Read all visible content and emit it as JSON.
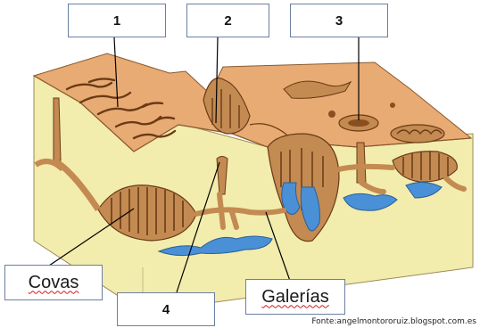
{
  "labels": {
    "label_1": "1",
    "label_2": "2",
    "label_3": "3",
    "label_4": "4",
    "covas": "Covas",
    "galerias": "Galerías"
  },
  "source": "Fonte:angelmontororuiz.blogspot.com.es",
  "colors": {
    "surface": "#e8ab73",
    "section": "#f2ecad",
    "cave_fill": "#c38a52",
    "cave_dark": "#6b3a16",
    "water": "#4a90d6",
    "line": "#000000"
  }
}
